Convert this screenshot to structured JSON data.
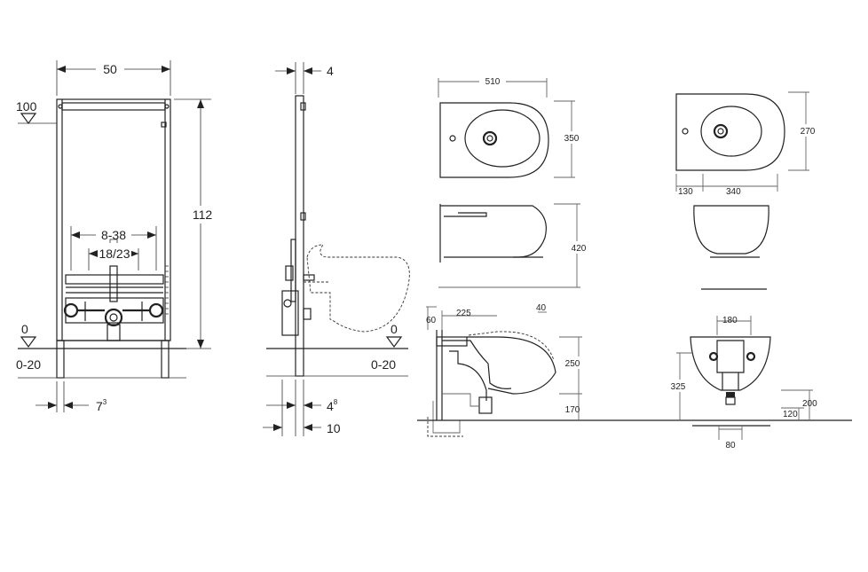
{
  "frame_front": {
    "width": "50",
    "height": "112",
    "level_top": "100",
    "level_floor": "0",
    "floor_range": "0-20",
    "connection_range": "8-38",
    "connection_spacing": "18/23",
    "foot_offset_base": "7",
    "foot_offset_exp": "3"
  },
  "frame_side": {
    "depth_top": "4",
    "level_floor": "0",
    "floor_range": "0-20",
    "foot_depth_base": "4",
    "foot_depth_exp": "8",
    "foot_depth_total": "10"
  },
  "bidet_large": {
    "width": "510",
    "depth": "350",
    "height": "420",
    "dim_60": "60",
    "dim_225": "225",
    "dim_40": "40",
    "dim_250": "250",
    "dim_170": "170"
  },
  "bidet_small": {
    "depth": "270",
    "dim_130": "130",
    "dim_340": "340",
    "dim_180": "180",
    "dim_325": "325",
    "dim_200": "200",
    "dim_120": "120",
    "dim_80": "80"
  }
}
